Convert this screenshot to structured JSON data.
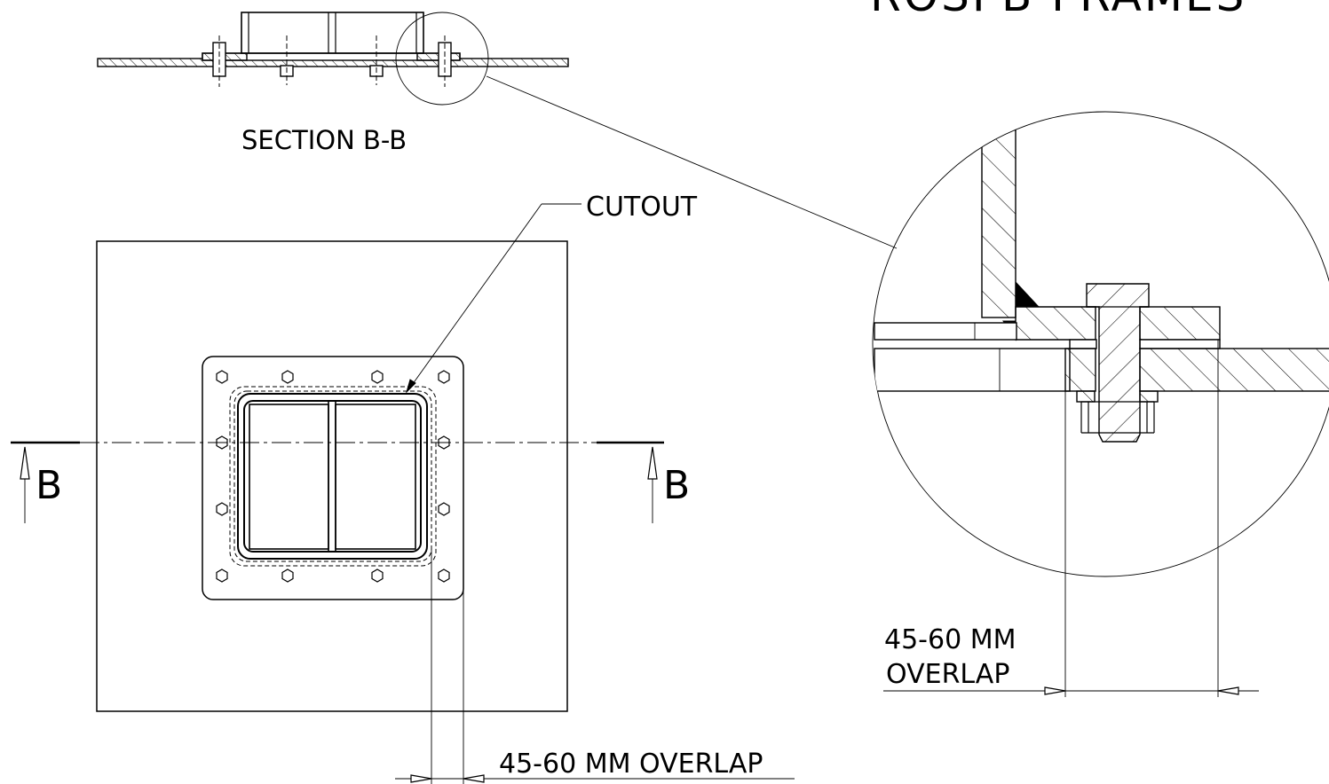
{
  "title_text": "ROSPB FRAMES",
  "section_label": "SECTION B-B",
  "callouts": {
    "cutout": "CUTOUT",
    "section_mark_left": "B",
    "section_mark_right": "B"
  },
  "dimensions": {
    "overlap_bottom": "45-60 MM OVERLAP",
    "overlap_detail_line1": "45-60 MM",
    "overlap_detail_line2": "OVERLAP"
  }
}
